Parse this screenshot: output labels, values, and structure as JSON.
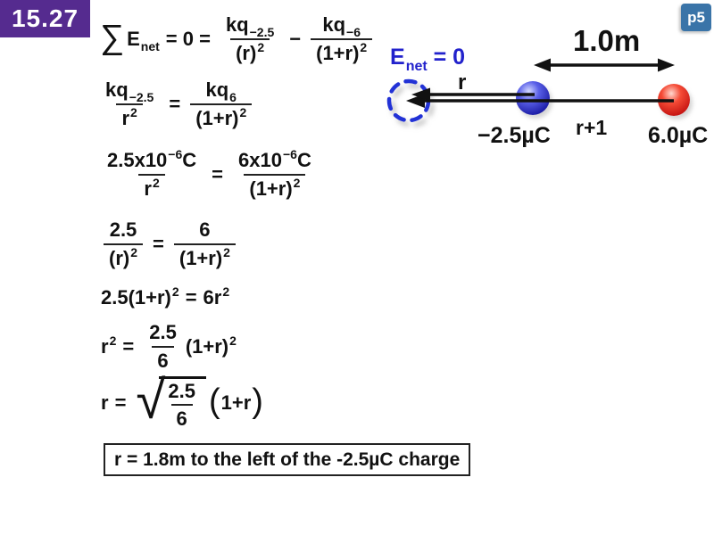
{
  "slide": {
    "problem_number": "15.27",
    "page_badge": "p5"
  },
  "colors": {
    "problem_badge_bg": "#552B8F",
    "page_badge_bg": "#3A74A8",
    "diagram_blue": "#2222CC",
    "ink": "#111111",
    "sphere_blue_light": "#D5DAFF",
    "sphere_blue_mid": "#5A60E8",
    "sphere_blue_dark": "#1717A0",
    "sphere_red_light": "#FFD8CF",
    "sphere_red_mid": "#F54A35",
    "sphere_red_dark": "#C00F0F"
  },
  "equations": {
    "eq1": {
      "sigma": "∑",
      "e_base": "E",
      "e_sub": "net",
      "eq_zero": "= 0 =",
      "f1_num_base": "kq",
      "f1_num_sub": "−2.5",
      "f1_den_base": "(r)",
      "f1_den_sup": "2",
      "minus": "−",
      "f2_num_base": "kq",
      "f2_num_sub": "−6",
      "f2_den_base": "(1+r)",
      "f2_den_sup": "2"
    },
    "eq2": {
      "f1_num_base": "kq",
      "f1_num_sub": "−2.5",
      "f1_den_base": "r",
      "f1_den_sup": "2",
      "equals": "=",
      "f2_num_base": "kq",
      "f2_num_sub": "6",
      "f2_den_base": "(1+r)",
      "f2_den_sup": "2"
    },
    "eq3": {
      "f1_num_base": "2.5x10",
      "f1_num_sup": "−6",
      "f1_num_unit": "C",
      "f1_den_base": "r",
      "f1_den_sup": "2",
      "equals": "=",
      "f2_num_base": "6x10",
      "f2_num_sup": "−6",
      "f2_num_unit": "C",
      "f2_den_base": "(1+r)",
      "f2_den_sup": "2"
    },
    "eq4": {
      "f1_num": "2.5",
      "f1_den_base": "(r)",
      "f1_den_sup": "2",
      "equals": "=",
      "f2_num": "6",
      "f2_den_base": "(1+r)",
      "f2_den_sup": "2"
    },
    "eq5": {
      "lhs_base": "2.5(1+r)",
      "lhs_sup": "2",
      "equals": "=",
      "rhs_base": "6r",
      "rhs_sup": "2"
    },
    "eq6": {
      "lhs_base": "r",
      "lhs_sup": "2",
      "equals": "=",
      "f_num": "2.5",
      "f_den": "6",
      "rhs_base": "(1+r)",
      "rhs_sup": "2"
    },
    "eq7": {
      "lhs": "r",
      "equals": "=",
      "radical": "√",
      "f_num": "2.5",
      "f_den": "6",
      "paren_open": "(",
      "body": "1+r",
      "paren_close": ")"
    },
    "answer": "r = 1.8m to the left of the -2.5µC charge"
  },
  "diagram": {
    "enet_base": "E",
    "enet_sub": "net",
    "enet_rest": " = 0",
    "distance_label": "1.0m",
    "r_label": "r",
    "r_plus_one_label": "r+1",
    "left_charge_label": "−2.5µC",
    "right_charge_label": "6.0µC"
  }
}
